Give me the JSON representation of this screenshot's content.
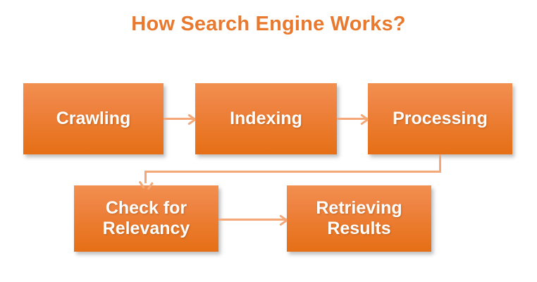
{
  "diagram": {
    "title": "How Search Engine Works?",
    "type": "flowchart",
    "background_color": "#ffffff",
    "title_color": "#e8792e",
    "node_fill_top": "#f2904f",
    "node_fill_bottom": "#e66f16",
    "node_text_color": "#ffffff",
    "connector_color": "#f4a878",
    "nodes": [
      {
        "id": "crawling",
        "label": "Crawling",
        "line1": "Crawling",
        "line2": ""
      },
      {
        "id": "indexing",
        "label": "Indexing",
        "line1": "Indexing",
        "line2": ""
      },
      {
        "id": "processing",
        "label": "Processing",
        "line1": "Processing",
        "line2": ""
      },
      {
        "id": "check-for-relevancy",
        "label": "Check for Relevancy",
        "line1": "Check for",
        "line2": "Relevancy"
      },
      {
        "id": "retrieving-results",
        "label": "Retrieving Results",
        "line1": "Retrieving",
        "line2": "Results"
      }
    ],
    "edges": [
      {
        "id": "crawling-to-indexing",
        "from": "Crawling",
        "to": "Indexing",
        "style": "straight-arrow-right"
      },
      {
        "id": "indexing-to-processing",
        "from": "Indexing",
        "to": "Processing",
        "style": "straight-arrow-right"
      },
      {
        "id": "processing-to-check",
        "from": "Processing",
        "to": "Check for Relevancy",
        "style": "elbow-arrow-down"
      },
      {
        "id": "check-to-retrieving",
        "from": "Check for Relevancy",
        "to": "Retrieving Results",
        "style": "straight-arrow-right"
      }
    ]
  }
}
